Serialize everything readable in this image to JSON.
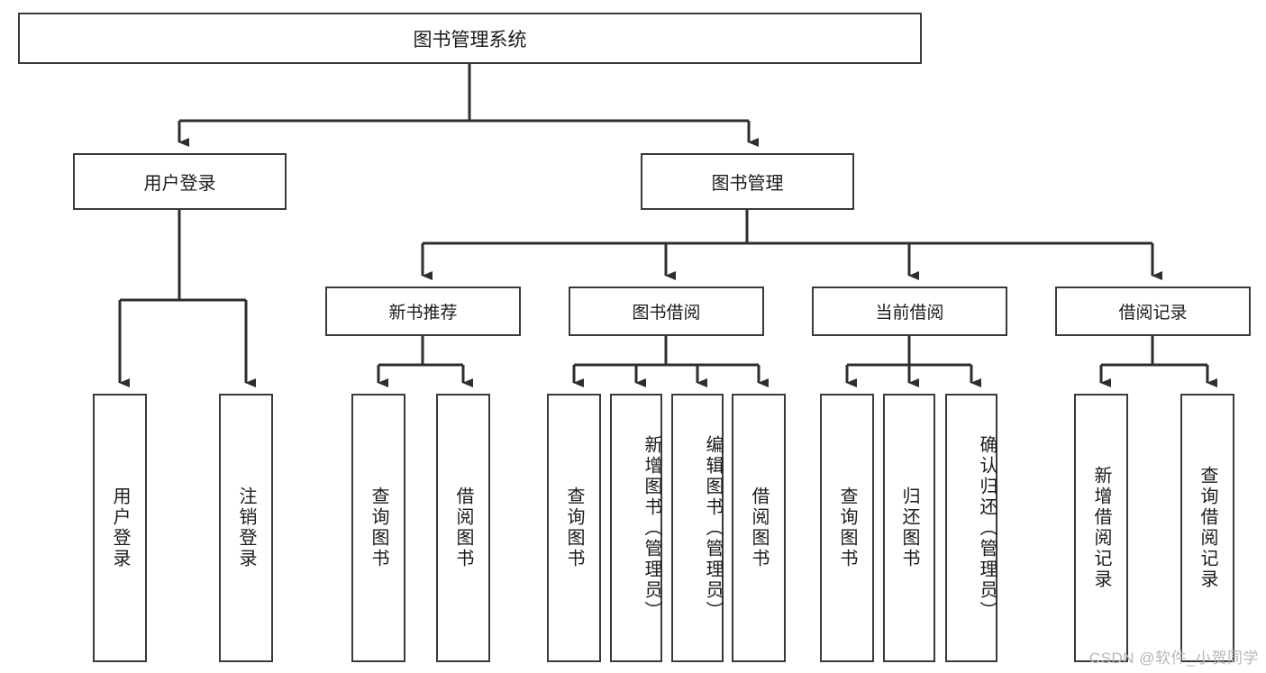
{
  "diagram": {
    "type": "tree-hierarchy",
    "title": "图书管理系统",
    "watermark": "CSDN @软件_小贺同学",
    "colors": {
      "box_border": "#3a3a3a",
      "box_fill": "#ffffff",
      "connector": "#2e2e2e",
      "text": "#1b1b1b",
      "watermark": "#b7b7b7"
    },
    "root": {
      "label": "图书管理系统"
    },
    "level1": [
      {
        "id": "user-login",
        "label": "用户登录"
      },
      {
        "id": "book-management",
        "label": "图书管理"
      }
    ],
    "level2": [
      {
        "id": "new-book-recommend",
        "label": "新书推荐",
        "parent": "book-management"
      },
      {
        "id": "book-borrow",
        "label": "图书借阅",
        "parent": "book-management"
      },
      {
        "id": "current-borrow",
        "label": "当前借阅",
        "parent": "book-management"
      },
      {
        "id": "borrow-record",
        "label": "借阅记录",
        "parent": "book-management"
      }
    ],
    "leaves": {
      "user-login": [
        {
          "id": "leaf-user-login",
          "label": "用户登录"
        },
        {
          "id": "leaf-user-logout",
          "label": "注销登录"
        }
      ],
      "new-book-recommend": [
        {
          "id": "leaf-query-book-1",
          "label": "查询图书"
        },
        {
          "id": "leaf-borrow-book-1",
          "label": "借阅图书"
        }
      ],
      "book-borrow": [
        {
          "id": "leaf-query-book-2",
          "label": "查询图书"
        },
        {
          "id": "leaf-add-book",
          "label": "新增图书（管理员）"
        },
        {
          "id": "leaf-edit-book",
          "label": "编辑图书（管理员）"
        },
        {
          "id": "leaf-borrow-book-2",
          "label": "借阅图书"
        }
      ],
      "current-borrow": [
        {
          "id": "leaf-query-book-3",
          "label": "查询图书"
        },
        {
          "id": "leaf-return-book",
          "label": "归还图书"
        },
        {
          "id": "leaf-confirm-return",
          "label": "确认归还（管理员）"
        }
      ],
      "borrow-record": [
        {
          "id": "leaf-add-record",
          "label": "新增借阅记录"
        },
        {
          "id": "leaf-query-record",
          "label": "查询借阅记录"
        }
      ]
    }
  }
}
